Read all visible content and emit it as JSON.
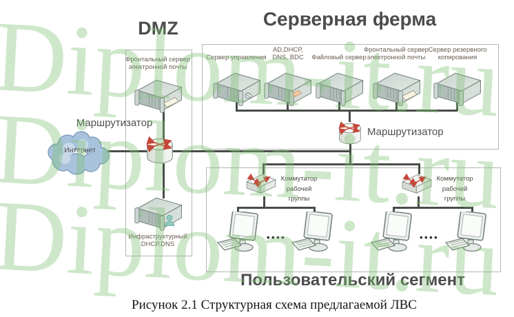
{
  "watermark": {
    "text": "Diplom-it.ru",
    "color": "#c6e4c2"
  },
  "titles": {
    "dmz": "DMZ",
    "server_farm": "Серверная ферма",
    "user_segment": "Пользовательский сегмент"
  },
  "caption": "Рисунок 2.1 Структурная схема предлагаемой ЛВС",
  "cloud": {
    "label": "Интернет"
  },
  "dmz": {
    "router_label": "Маршрутизатор",
    "servers": [
      {
        "label_lines": [
          "Фронтальный сервер",
          "электронной почты"
        ],
        "accent": "mail-card"
      },
      {
        "label_lines": [
          "Инфраструктурный",
          "DHCP,DNS"
        ],
        "accent": "user-figure"
      }
    ]
  },
  "server_farm": {
    "router_label": "Маршрутизатор",
    "servers": [
      {
        "label_lines": [
          "Сервер управления",
          ""
        ],
        "accent": "wrench"
      },
      {
        "label_lines": [
          "AD,DHCP,",
          "DNS, BDC"
        ],
        "accent": "orange-tab"
      },
      {
        "label_lines": [
          "Файловый сервер",
          ""
        ],
        "accent": "none"
      },
      {
        "label_lines": [
          "Фронтальный сервер",
          "электронной почты"
        ],
        "accent": "mail-card"
      },
      {
        "label_lines": [
          "Сервер резервного",
          "копирования"
        ],
        "accent": "none"
      }
    ]
  },
  "user_segment": {
    "groups": [
      {
        "switch_label_lines": [
          "Коммутатор",
          "рабочей",
          "группы"
        ],
        "dots": "••••"
      },
      {
        "switch_label_lines": [
          "Коммутатор",
          "рабочей",
          "группы"
        ],
        "dots": "••••"
      }
    ]
  },
  "colors": {
    "line": "#474d46",
    "box_border": "#b2b7b1",
    "label_brown": "#675c52",
    "title_gray": "#4c4c4c",
    "arrow_red": "#c5473a",
    "cloud_blue": "#a9c3dd",
    "watermark_green": "#c6e4c2"
  }
}
